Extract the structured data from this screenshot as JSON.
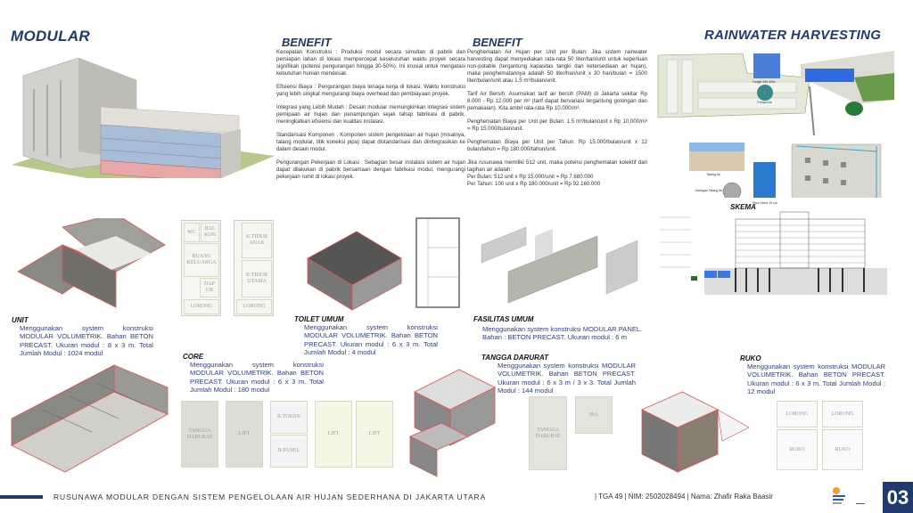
{
  "header": {
    "modular_title": "MODULAR",
    "rainwater_title": "RAINWATER HARVESTING"
  },
  "benefit_left": {
    "title": "BENEFIT",
    "paragraphs": [
      "Kecepatan Konstruksi : Produksi modul secara simultan di pabrik dan persiapan lahan di lokasi mempercepat keseluruhan waktu proyek secara signifikan (potensi pengurangan hingga 30-50%). Ini krusial untuk mengatasi kebutuhan hunian mendesak.",
      "Efisiensi Biaya : Pengurangan biaya tenaga kerja di lokasi. Waktu konstruksi yang lebih singkat mengurangi biaya overhead dan pembiayaan proyek.",
      "Integrasi yang Lebih Mudah : Desain modular memungkinkan integrasi sistem pemipaan air hujan dan penampungan sejak tahap fabrikasi di pabrik, meningkatkan efisiensi dan kualitas instalasi.",
      "Standarisasi Komponen : Komponen sistem pengelolaan air hujan (misalnya, talang modular, titik koneksi pipa) dapat distandarisasi dan diintegrasikan ke dalam desain modul.",
      "Pengurangan Pekerjaan di Lokasi : Sebagian besar instalasi sistem air hujan dapat dilakukan di pabrik bersamaan dengan fabrikasi modul, mengurangi pekerjaan rumit di lokasi proyek."
    ]
  },
  "benefit_right": {
    "title": "BENEFIT",
    "paragraphs": [
      "Penghematan Air Hujan per Unit per Bulan: Jika sistem rainwater harvesting dapat menyediakan rata-rata 50 liter/hari/unit untuk keperluan non-potable (tergantung kapasitas tangki dan ketersediaan air hujan), maka penghematannya adalah 50 liter/hari/unit x 30 hari/bulan = 1500 liter/bulan/unit atau 1.5 m³/bulan/unit.",
      "Tarif Air Bersih: Asumsikan tarif air bersih (PAM) di Jakarta sekitar Rp 8.000 - Rp 12.000 per m³ (tarif dapat bervariasi tergantung golongan dan pemakaian). Kita ambil rata-rata Rp 10.000/m³.",
      "Penghematan Biaya per Unit per Bulan: 1.5 m³/bulan/unit x Rp 10.000/m³ = Rp 15.000/bulan/unit.",
      "Penghematan Biaya per Unit per Tahun: Rp 15.000/bulan/unit x 12 bulan/tahun = Rp 180.000/tahun/unit."
    ],
    "summary_intro": "Jika rusunawa memiliki 512 unit, maka potensi penghematan kolektif dari tagihan air adalah:",
    "summary_lines": [
      "Per Bulan: 512 unit x Rp 15.000/unit = Rp 7.680.000",
      "Per Tahun: 100 unit x Rp 180.000/unit = Rp 92.160.000"
    ]
  },
  "rainwater": {
    "labels": {
      "tank": "Tangki 330.000L",
      "pump": "Pompa Air",
      "gutter": "Talang Air",
      "gutter_filter": "Saringan Talang Air",
      "pipe": "Pipa Ubert 10 cm"
    },
    "skema_title": "SKEMA"
  },
  "unit_plans": {
    "rooms_left": [
      "WC",
      "BAL KON",
      "RUANG KELUARGA",
      "DAP UR",
      "LORONG"
    ],
    "rooms_right": [
      "K.TIDUR ANAK",
      "K.TIDUR UTAMA",
      "LORONG"
    ]
  },
  "core_plans": [
    "TANGGA DARURAT",
    "LIFT",
    "R.TOKEN",
    "R.PANEL",
    "LIFT",
    "LIFT"
  ],
  "tangga_plans": [
    "TANGGA DARURAT",
    "ISA"
  ],
  "ruko_plans": [
    "LORONG",
    "LORONG",
    "RUKO",
    "RUKO"
  ],
  "modules": {
    "unit": {
      "title": "UNIT",
      "text": "Menggunakan system konstruksi MODULAR VOLUMETRIK. Bahan BETON PRECAST. Ukuran modul : 8 x 3 m. Total Jumlah Modul : 1024 modul"
    },
    "toilet": {
      "title": "TOILET UMUM",
      "text": "Menggunakan system konstruksi MODULAR VOLUMETRIK. Bahan BETON PRECAST. Ukuran modul : 6 x 3 m. Total Jumlah Modul : 4 modul"
    },
    "core": {
      "title": "CORE",
      "text": "Menggunakan system konstruksi MODULAR VOLUMETRIK. Bahan BETON PRECAST. Ukuran modul : 6 x 3 m. Total Jumlah Modul : 180 modul"
    },
    "fasilitas": {
      "title": "FASILITAS UMUM",
      "text": "Menggunakan system konstruksi MODULAR PANEL. Bahan : BETON PRECAST. Ukuran modul : 6 m"
    },
    "tangga": {
      "title": "TANGGA DARURAT",
      "text": "Menggunakan system konstruksi MODULAR VOLUMETRIK. Bahan BETON PRECAST. Ukuran modul : 6 x 3 m / 3 x 3. Total Jumlah Modul : 144 modul"
    },
    "ruko": {
      "title": "RUKO",
      "text": "Menggunakan system konstruksi MODULAR VOLUMETRIK. Bahan BETON PRECAST. Ukuran modul : 6 x 3 m. Total Jumlah Modul : 12 modul"
    }
  },
  "footer": {
    "project_title": "RUSUNAWA MODULAR DENGAN SISTEM PENGELOLAAN AIR HUJAN SEDERHANA DI JAKARTA UTARA",
    "info": "| TGA 49 | NIM: 2502028494 | Nama: Zhafir Raka Baasir",
    "page_number": "03"
  },
  "colors": {
    "navy": "#1f3a6e",
    "caption": "#2c3e8c",
    "accent_red": "#e05050"
  }
}
